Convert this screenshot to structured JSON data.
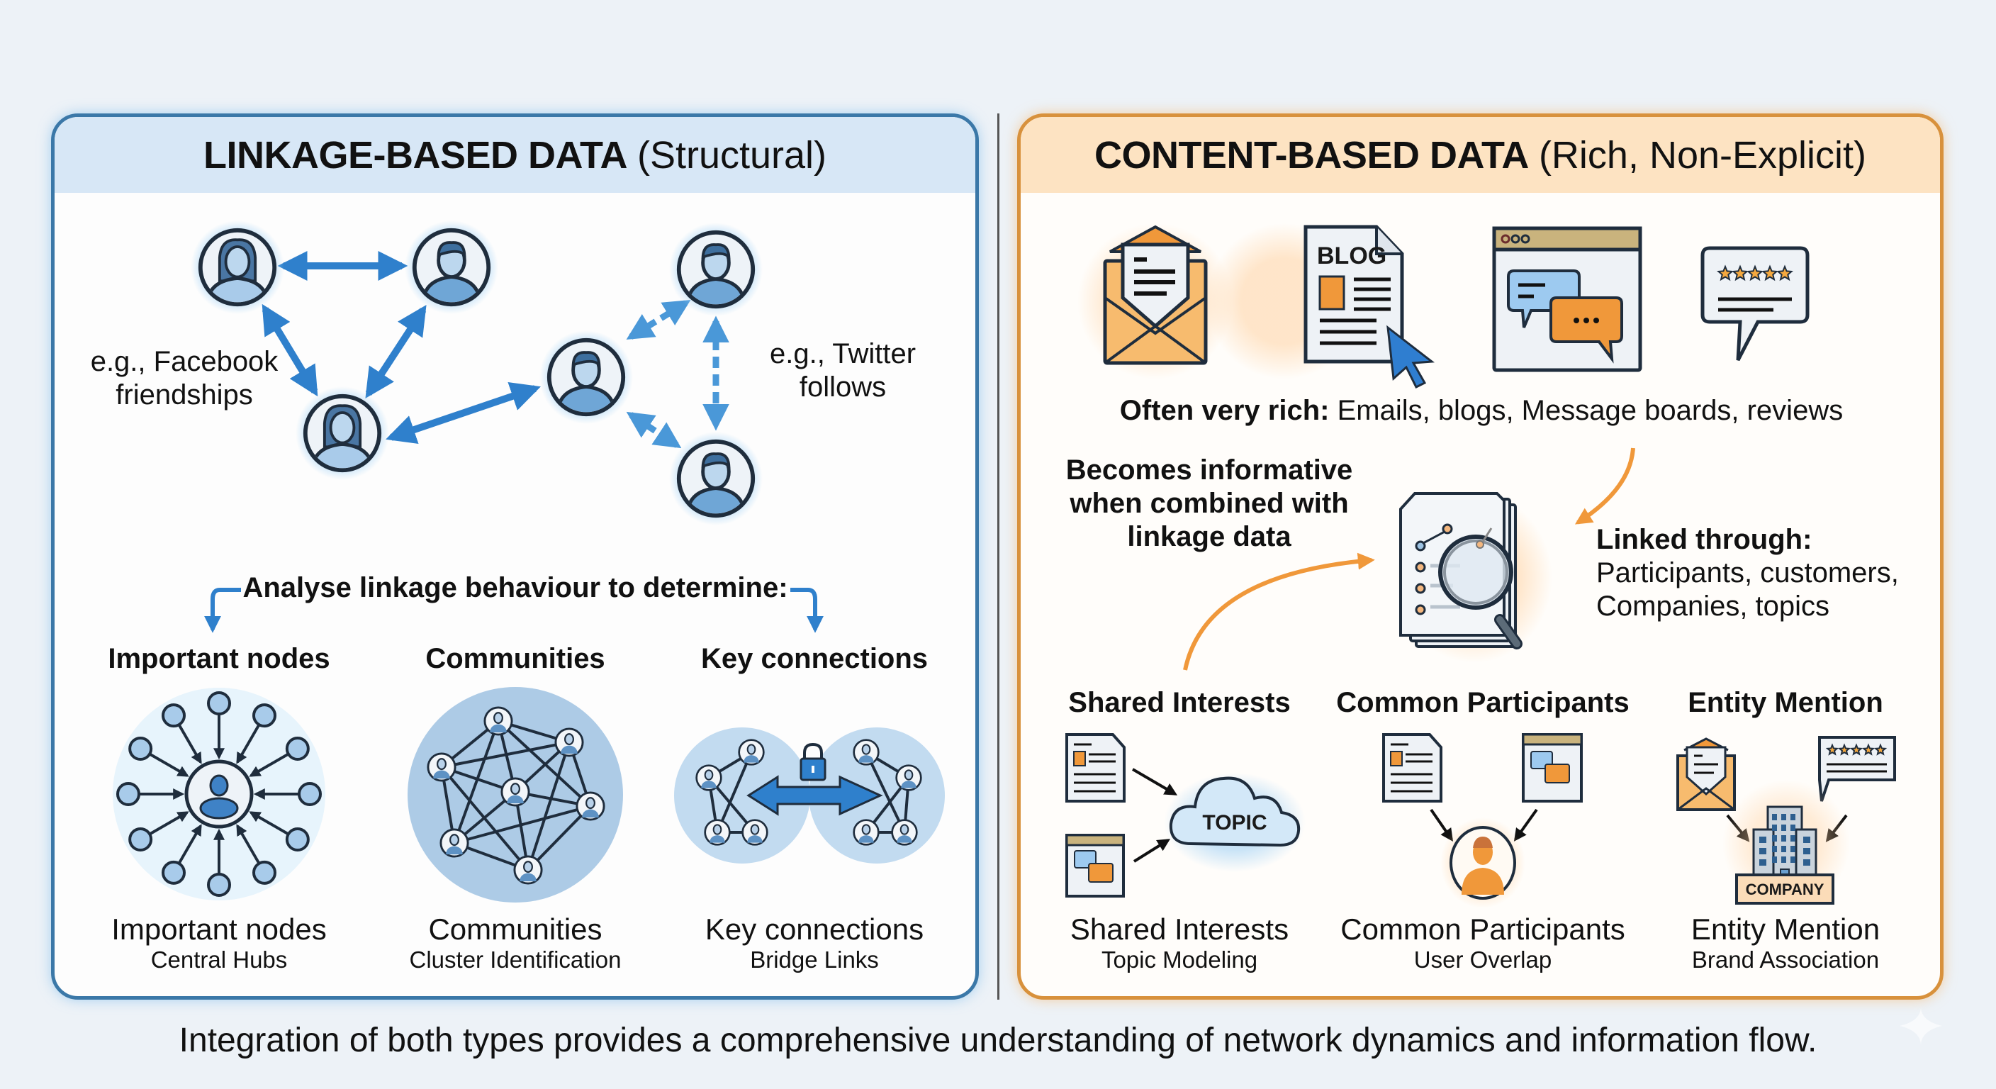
{
  "colors": {
    "background": "#edf2f7",
    "linkage_accent": "#3b78a8",
    "linkage_arrow": "#2f80cc",
    "linkage_header": "#d7e7f6",
    "content_accent": "#d8913c",
    "content_orange": "#f39a3c",
    "content_header": "#fde3c2",
    "outline": "#1f2d3d"
  },
  "linkage_panel": {
    "title_bold": "LINKAGE-BASED DATA",
    "title_sub": "(Structural)",
    "network_examples": [
      {
        "label_line1": "e.g., Facebook",
        "label_line2": "friendships",
        "edge_style": "solid bidirectional",
        "icon": "user-network-icon"
      },
      {
        "label_line1": "e.g., Twitter",
        "label_line2": "follows",
        "edge_style": "dashed bidirectional",
        "icon": "user-network-icon"
      }
    ],
    "analyse_heading": "Analyse linkage behaviour to determine:",
    "outcomes": [
      {
        "heading": "Important nodes",
        "label": "Important nodes",
        "sublabel": "Central Hubs",
        "icon": "hub-network-icon"
      },
      {
        "heading": "Communities",
        "label": "Communities",
        "sublabel": "Cluster Identification",
        "icon": "community-cluster-icon"
      },
      {
        "heading": "Key connections",
        "label": "Key connections",
        "sublabel": "Bridge Links",
        "icon": "bridge-link-icon"
      }
    ]
  },
  "content_panel": {
    "title_bold": "CONTENT-BASED DATA",
    "title_sub": "(Rich, Non-Explicit)",
    "source_icons": [
      "email-icon",
      "blog-icon",
      "message-board-icon",
      "review-icon"
    ],
    "blog_badge": "BLOG",
    "rich_label_bold": "Often very rich:",
    "rich_label_rest": " Emails, blogs, Message boards, reviews",
    "becomes_informative": [
      "Becomes informative",
      "when combined with",
      "linkage data"
    ],
    "linked_through_heading": "Linked through:",
    "linked_through_items": [
      "Participants, customers,",
      "Companies, topics"
    ],
    "methods": [
      {
        "heading": "Shared Interests",
        "label": "Shared Interests",
        "sublabel": "Topic Modeling",
        "badge": "TOPIC",
        "icon": "topic-cloud-icon"
      },
      {
        "heading": "Common Participants",
        "label": "Common Participants",
        "sublabel": "User Overlap",
        "icon": "participant-user-icon"
      },
      {
        "heading": "Entity Mention",
        "label": "Entity Mention",
        "sublabel": "Brand Association",
        "badge": "COMPANY",
        "icon": "company-building-icon"
      }
    ]
  },
  "footer": {
    "text": "Integration of both types provides a comprehensive understanding of network dynamics and information flow."
  }
}
